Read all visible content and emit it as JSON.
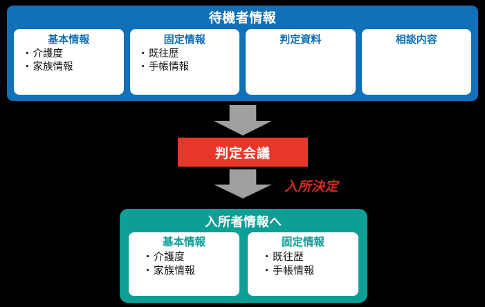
{
  "colors": {
    "background": "#000000",
    "waitlist_panel": "#1070B8",
    "resident_panel": "#0D9E96",
    "judgement_box": "#E8362A",
    "arrow": "#9EA0A0",
    "annotation_red": "#D82B20",
    "card_background": "#FFFFFF",
    "card_title_blue": "#1070B8",
    "card_title_teal": "#0D9E96",
    "body_text": "#111111",
    "panel_title_text": "#FFFFFF"
  },
  "waitlist_panel": {
    "title": "待機者情報",
    "cards": [
      {
        "title": "基本情報",
        "items": [
          "介護度",
          "家族情報"
        ]
      },
      {
        "title": "固定情報",
        "items": [
          "既往歴",
          "手帳情報"
        ]
      },
      {
        "title": "判定資料",
        "items": []
      },
      {
        "title": "相談内容",
        "items": []
      }
    ]
  },
  "arrows": {
    "top": "arrow-down-icon",
    "bottom": "arrow-down-icon"
  },
  "judgement": {
    "label": "判定会議"
  },
  "annotation": {
    "admission_decision": "入所決定"
  },
  "resident_panel": {
    "title": "入所者情報へ",
    "cards": [
      {
        "title": "基本情報",
        "items": [
          "介護度",
          "家族情報"
        ]
      },
      {
        "title": "固定情報",
        "items": [
          "既往歴",
          "手帳情報"
        ]
      }
    ]
  },
  "bullet_char": "・"
}
